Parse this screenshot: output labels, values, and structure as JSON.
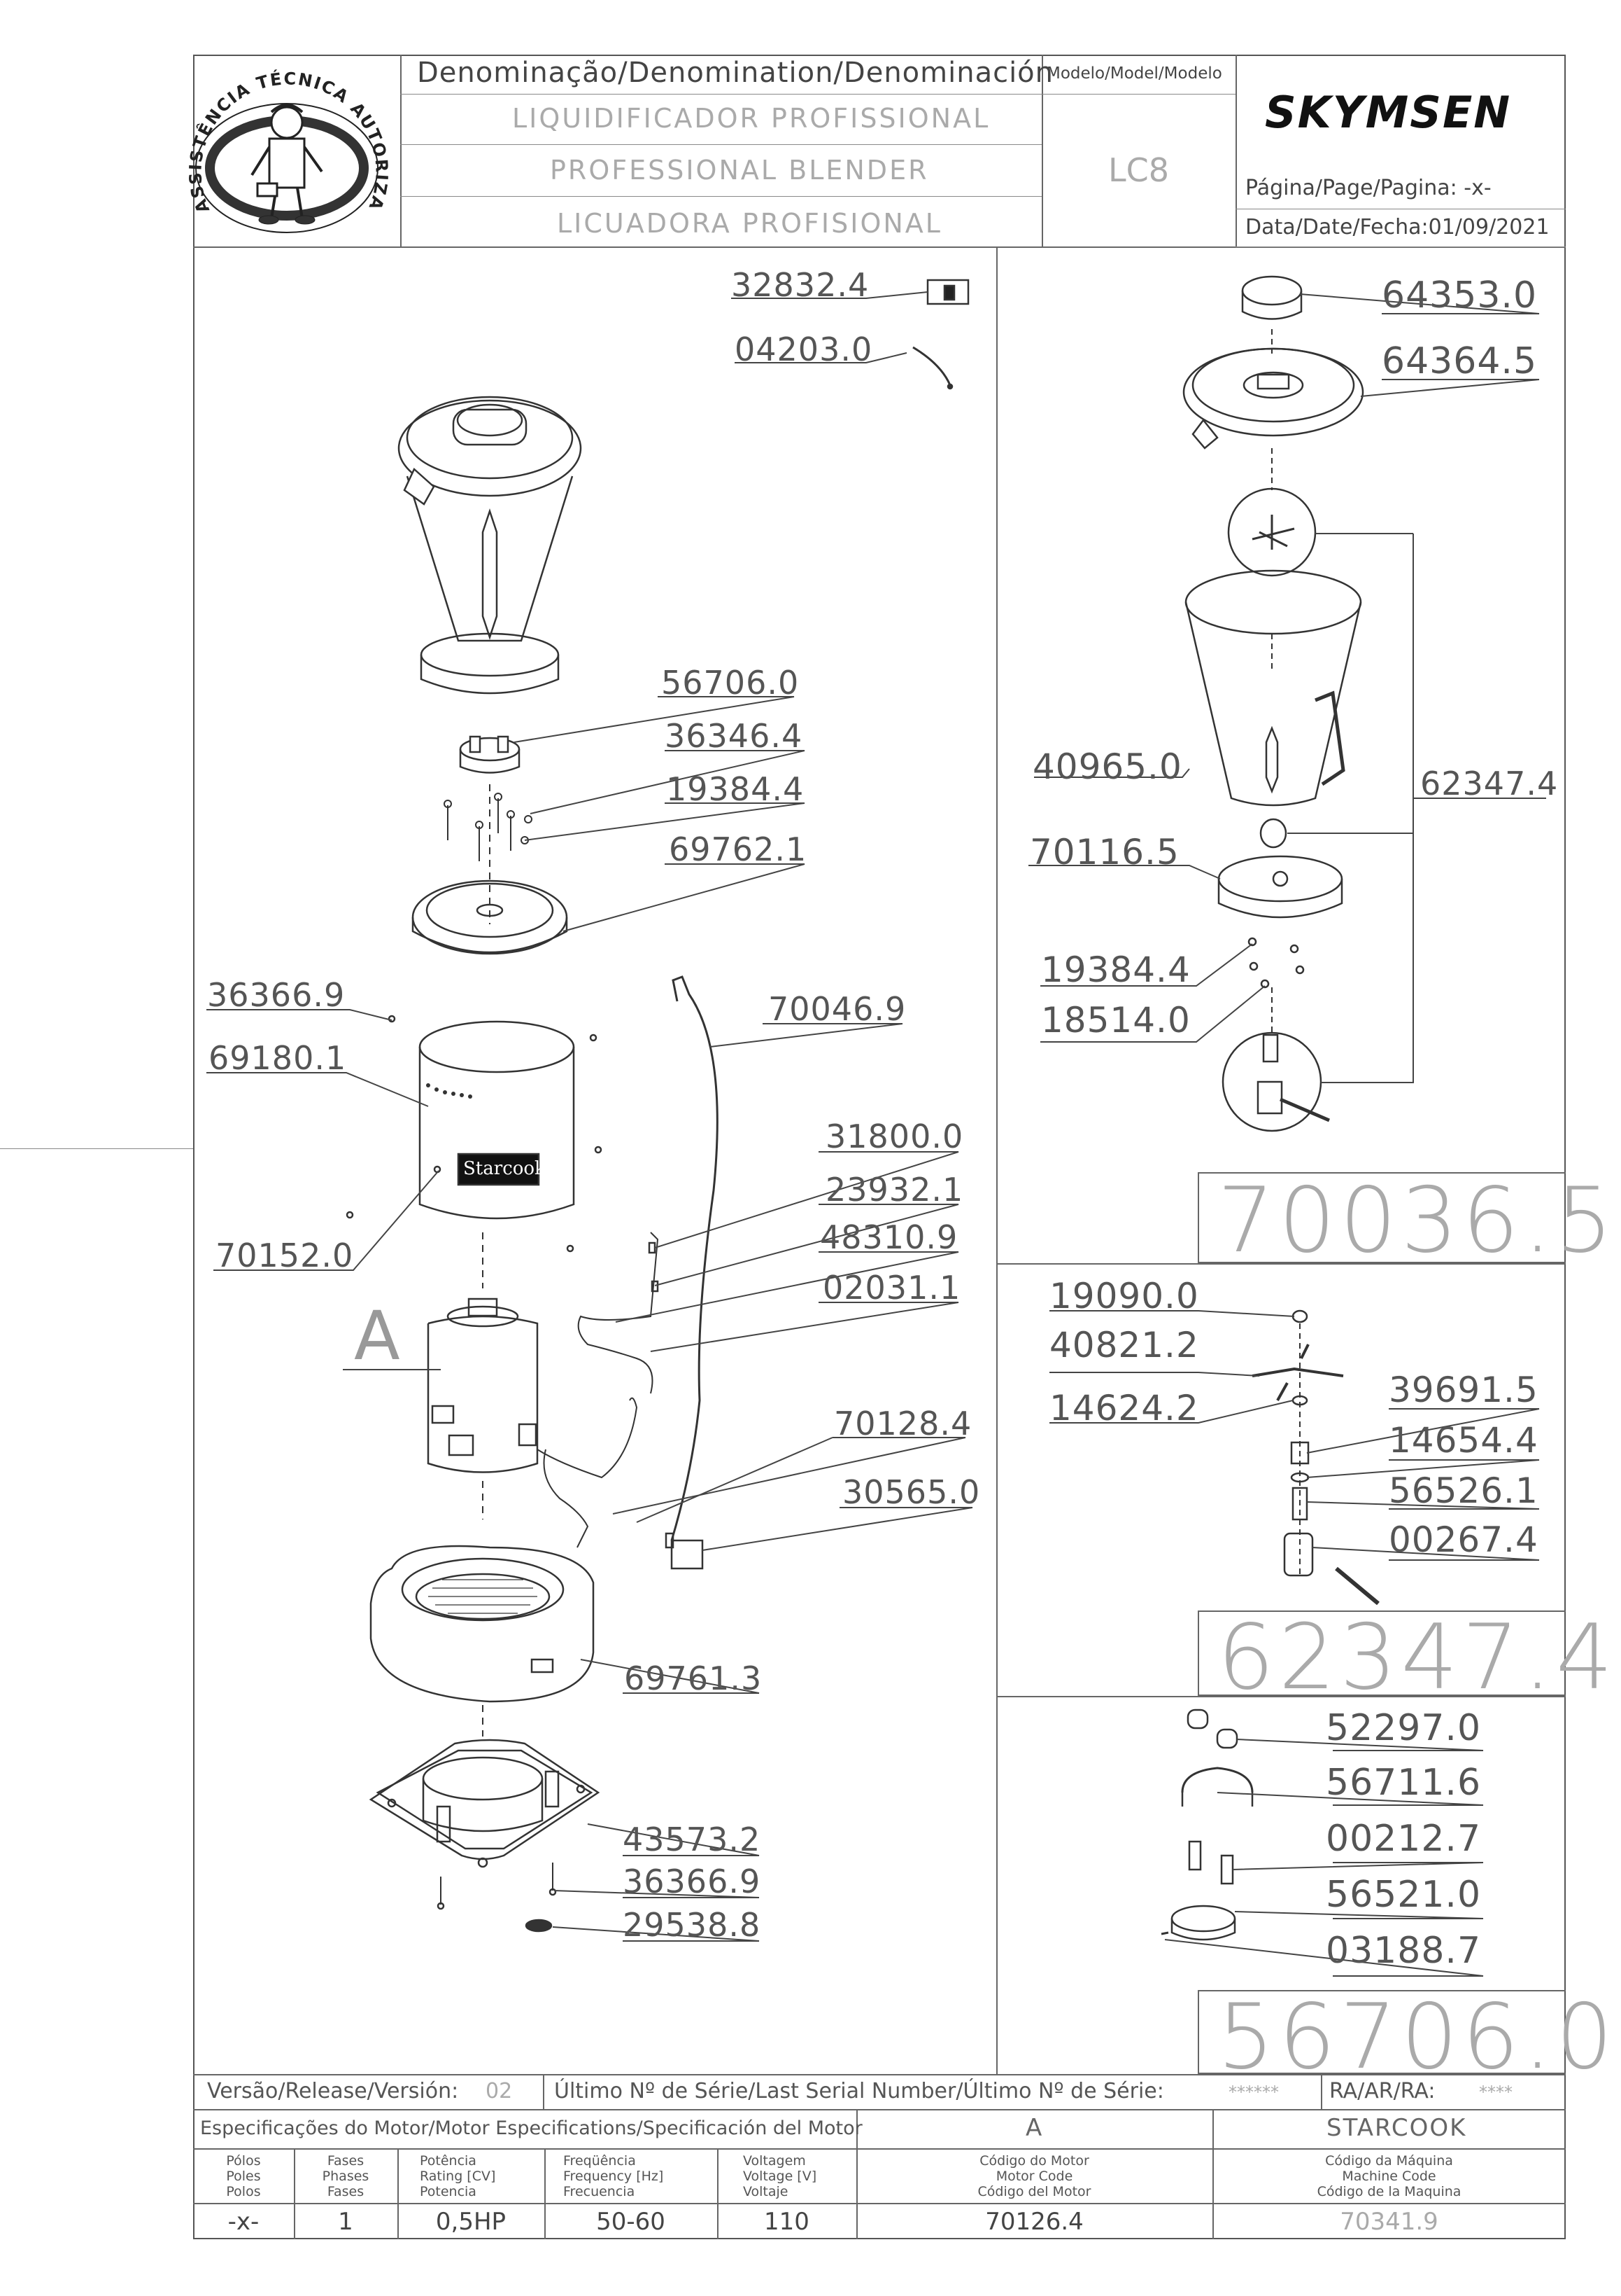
{
  "header": {
    "denomination_label": "Denominação/Denomination/Denominación",
    "model_label": "Modelo/Model/Modelo",
    "name_pt": "LIQUIDIFICADOR PROFISSIONAL",
    "name_en": "PROFESSIONAL BLENDER",
    "name_es": "LICUADORA PROFISIONAL",
    "model": "LC8",
    "brand": "SKYMSEN",
    "page_label": "Página/Page/Pagina: -x-",
    "date_label": "Data/Date/Fecha:01/09/2021",
    "seal_text": "ASSISTÊNCIA TÉCNICA AUTORIZADA"
  },
  "parts_left": {
    "p32832": "32832.4",
    "p04203": "04203.0",
    "p56706": "56706.0",
    "p36346": "36346.4",
    "p19384": "19384.4",
    "p69762": "69762.1",
    "p36366a": "36366.9",
    "p69180": "69180.1",
    "p70046": "70046.9",
    "p70152": "70152.0",
    "p31800": "31800.0",
    "p23932": "23932.1",
    "p48310": "48310.9",
    "p02031": "02031.1",
    "motor_letter": "A",
    "p70128": "70128.4",
    "p30565": "30565.0",
    "p69761": "69761.3",
    "p43573": "43573.2",
    "p36366b": "36366.9",
    "p29538": "29538.8",
    "brand_plate": "Starcook"
  },
  "parts_right_top": {
    "p64353": "64353.0",
    "p64364": "64364.5",
    "p62347": "62347.4",
    "p40965": "40965.0",
    "p70116": "70116.5",
    "p19384": "19384.4",
    "p18514": "18514.0",
    "assembly": "70036.5"
  },
  "parts_right_mid": {
    "p19090": "19090.0",
    "p40821": "40821.2",
    "p14624": "14624.2",
    "p39691": "39691.5",
    "p14654": "14654.4",
    "p56526": "56526.1",
    "p00267": "00267.4",
    "assembly": "62347.4"
  },
  "parts_right_bot": {
    "p52297": "52297.0",
    "p56711": "56711.6",
    "p00212": "00212.7",
    "p56521": "56521.0",
    "p03188": "03188.7",
    "assembly": "56706.0"
  },
  "footer": {
    "version_label": "Versão/Release/Versión:",
    "version": "02",
    "serial_label": "Último Nº de Série/Last Serial Number/Último Nº de Série:",
    "serial": "******",
    "ra_label": "RA/AR/RA:",
    "ra": "****",
    "spec_label": "Especificações do Motor/Motor Especifications/Specificación del Motor",
    "spec_letter": "A",
    "brand": "STARCOOK",
    "col_poles": "Pólos\nPoles\nPolos",
    "col_phases": "Fases\nPhases\nFases",
    "col_power": "Potência\nRating [CV]\nPotencia",
    "col_freq": "Freqüência\nFrequency [Hz]\nFrecuencia",
    "col_voltage": "Voltagem\nVoltage [V]\nVoltaje",
    "col_motor_code": "Código do Motor\nMotor Code\nCódigo del Motor",
    "col_machine_code": "Código da Máquina\nMachine Code\nCódigo de la Maquina",
    "val_poles": "-x-",
    "val_phases": "1",
    "val_power": "0,5HP",
    "val_freq": "50-60",
    "val_voltage": "110",
    "val_motor_code": "70126.4",
    "val_machine_code": "70341.9"
  }
}
